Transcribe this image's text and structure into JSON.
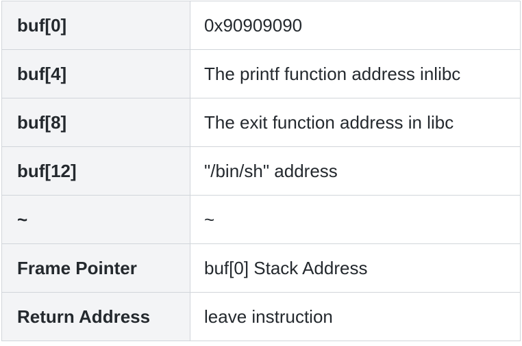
{
  "rows": [
    {
      "key": "buf[0]",
      "value": "0x90909090"
    },
    {
      "key": "buf[4]",
      "value": "The printf function address inlibc"
    },
    {
      "key": "buf[8]",
      "value": "The exit function address in libc"
    },
    {
      "key": "buf[12]",
      "value": "\"/bin/sh\" address"
    },
    {
      "key": "~",
      "value": "~"
    },
    {
      "key": "Frame Pointer",
      "value": "buf[0] Stack Address"
    },
    {
      "key": "Return Address",
      "value": "leave instruction"
    }
  ]
}
